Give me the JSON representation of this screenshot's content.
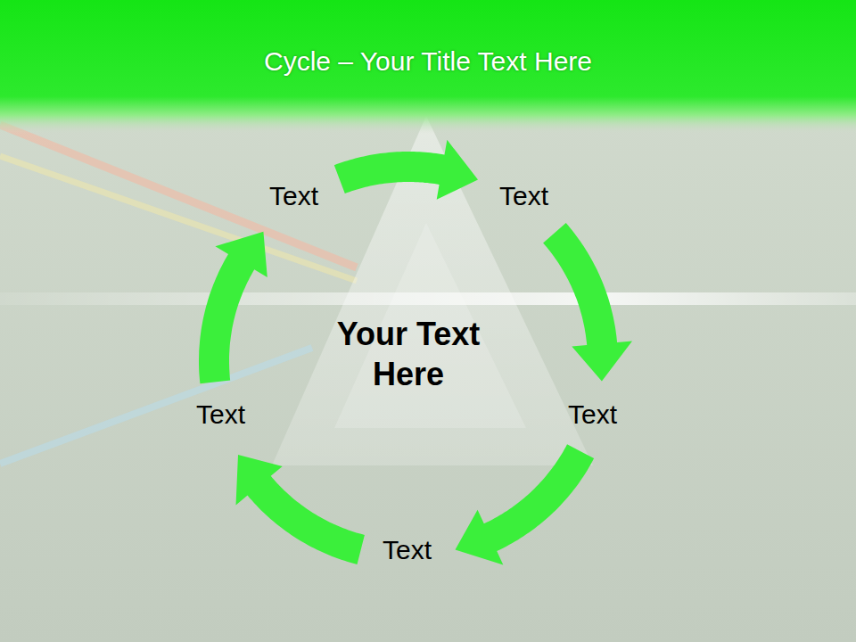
{
  "diagram": {
    "title": "Cycle – Your Title Text Here",
    "nodes": [
      {
        "text": [
          "Text"
        ]
      },
      {
        "text": [
          "Text"
        ]
      },
      {
        "text": [
          "Text"
        ]
      },
      {
        "text": [
          "Text"
        ]
      },
      {
        "text": [
          "Text"
        ]
      }
    ],
    "edges": [
      {
        "from": 0,
        "to": 1,
        "arrow": "to"
      },
      {
        "from": 1,
        "to": 3,
        "arrow": "to"
      },
      {
        "from": 3,
        "to": 4,
        "arrow": "to"
      },
      {
        "from": 4,
        "to": 2,
        "arrow": "to"
      },
      {
        "from": 2,
        "to": 0,
        "arrow": "to"
      }
    ],
    "labels": [
      "Your Text Here"
    ]
  }
}
